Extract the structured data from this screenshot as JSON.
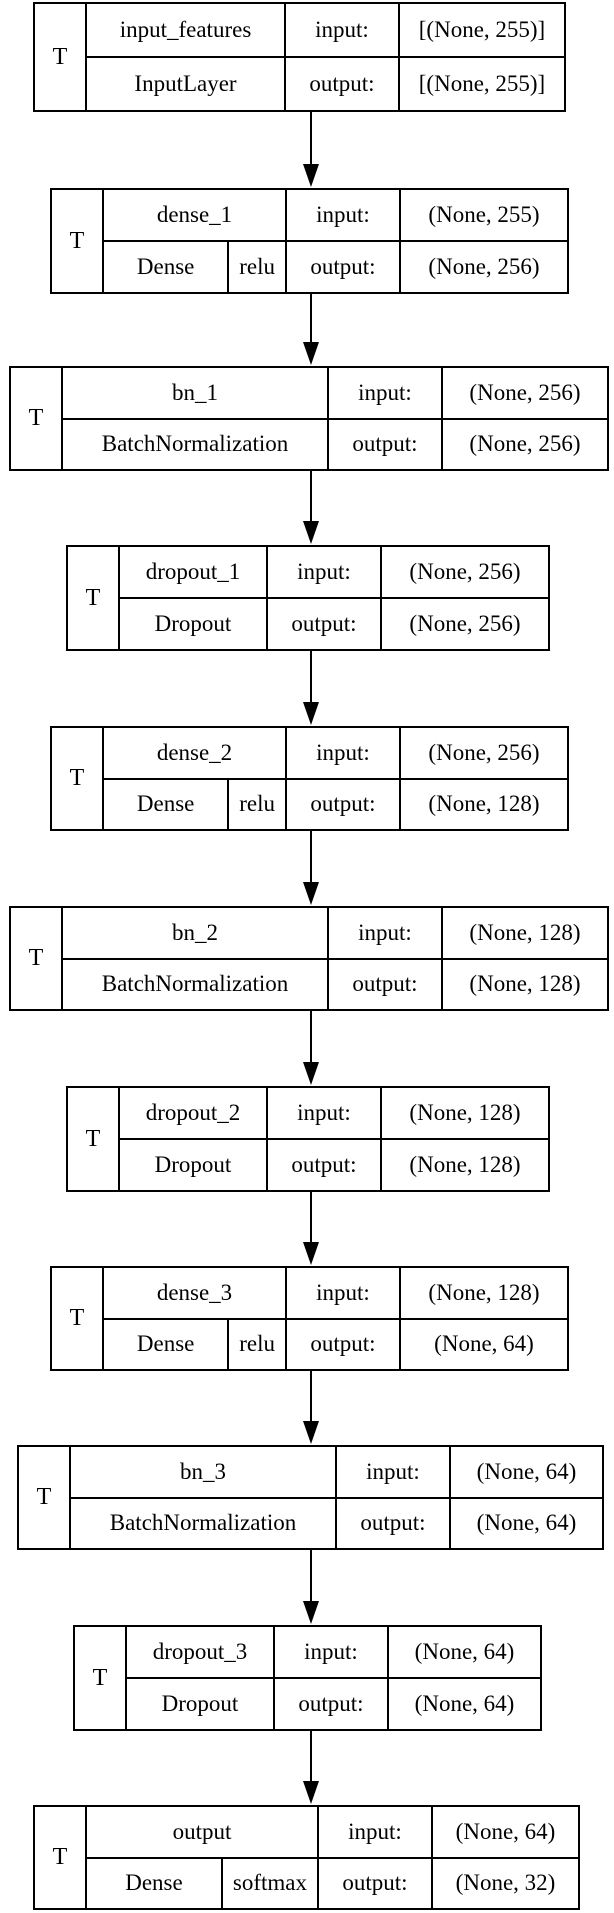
{
  "layers": [
    {
      "mark": "T",
      "name": "input_features",
      "class_name": "InputLayer",
      "activation": "",
      "input_label": "input:",
      "output_label": "output:",
      "input_shape": "[(None, 255)]",
      "output_shape": "[(None, 255)]"
    },
    {
      "mark": "T",
      "name": "dense_1",
      "class_name": "Dense",
      "activation": "relu",
      "input_label": "input:",
      "output_label": "output:",
      "input_shape": "(None, 255)",
      "output_shape": "(None, 256)"
    },
    {
      "mark": "T",
      "name": "bn_1",
      "class_name": "BatchNormalization",
      "activation": "",
      "input_label": "input:",
      "output_label": "output:",
      "input_shape": "(None, 256)",
      "output_shape": "(None, 256)"
    },
    {
      "mark": "T",
      "name": "dropout_1",
      "class_name": "Dropout",
      "activation": "",
      "input_label": "input:",
      "output_label": "output:",
      "input_shape": "(None, 256)",
      "output_shape": "(None, 256)"
    },
    {
      "mark": "T",
      "name": "dense_2",
      "class_name": "Dense",
      "activation": "relu",
      "input_label": "input:",
      "output_label": "output:",
      "input_shape": "(None, 256)",
      "output_shape": "(None, 128)"
    },
    {
      "mark": "T",
      "name": "bn_2",
      "class_name": "BatchNormalization",
      "activation": "",
      "input_label": "input:",
      "output_label": "output:",
      "input_shape": "(None, 128)",
      "output_shape": "(None, 128)"
    },
    {
      "mark": "T",
      "name": "dropout_2",
      "class_name": "Dropout",
      "activation": "",
      "input_label": "input:",
      "output_label": "output:",
      "input_shape": "(None, 128)",
      "output_shape": "(None, 128)"
    },
    {
      "mark": "T",
      "name": "dense_3",
      "class_name": "Dense",
      "activation": "relu",
      "input_label": "input:",
      "output_label": "output:",
      "input_shape": "(None, 128)",
      "output_shape": "(None, 64)"
    },
    {
      "mark": "T",
      "name": "bn_3",
      "class_name": "BatchNormalization",
      "activation": "",
      "input_label": "input:",
      "output_label": "output:",
      "input_shape": "(None, 64)",
      "output_shape": "(None, 64)"
    },
    {
      "mark": "T",
      "name": "dropout_3",
      "class_name": "Dropout",
      "activation": "",
      "input_label": "input:",
      "output_label": "output:",
      "input_shape": "(None, 64)",
      "output_shape": "(None, 64)"
    },
    {
      "mark": "T",
      "name": "output",
      "class_name": "Dense",
      "activation": "softmax",
      "input_label": "input:",
      "output_label": "output:",
      "input_shape": "(None, 64)",
      "output_shape": "(None, 32)"
    }
  ]
}
